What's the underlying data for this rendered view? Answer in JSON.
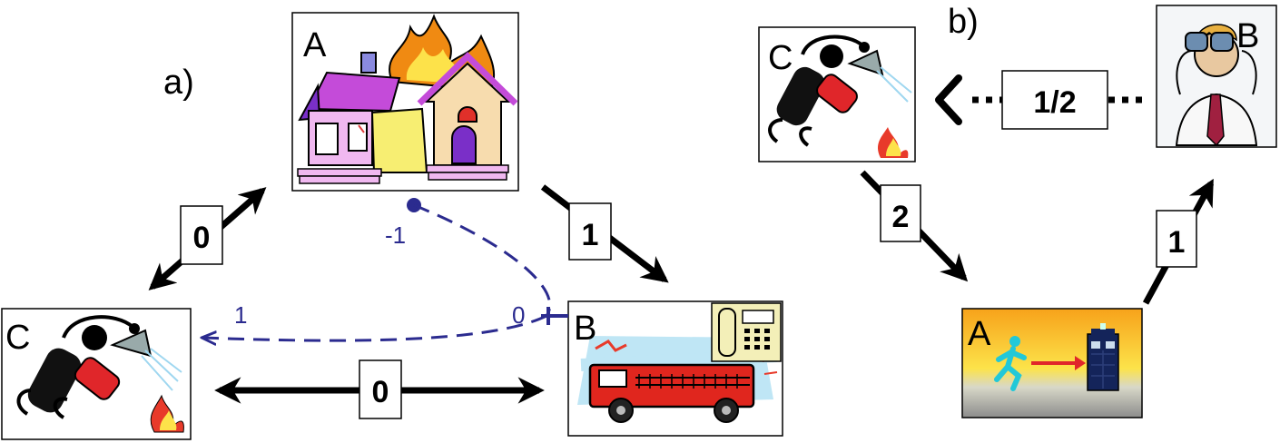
{
  "panel_a": {
    "label": "a)",
    "nodes": {
      "A": {
        "letter": "A",
        "picture": "burning-house"
      },
      "B": {
        "letter": "B",
        "picture": "fire-engine-and-telephone"
      },
      "C": {
        "letter": "C",
        "picture": "person-with-fire-extinguisher"
      }
    },
    "edges": [
      {
        "from": "C",
        "to": "A",
        "label": "0",
        "kind": "bidirectional"
      },
      {
        "from": "A",
        "to": "B",
        "label": "1",
        "kind": "directed"
      },
      {
        "from": "C",
        "to": "B",
        "label": "0",
        "kind": "bidirectional"
      }
    ],
    "dashed_link": {
      "start_value": "-1",
      "mid_value": "0",
      "end_value": "1",
      "color": "#2b2b8f"
    }
  },
  "panel_b": {
    "label": "b)",
    "nodes": {
      "C": {
        "letter": "C",
        "picture": "person-with-fire-extinguisher"
      },
      "B": {
        "letter": "B",
        "picture": "person-with-binoculars"
      },
      "A": {
        "letter": "A",
        "picture": "person-running-to-police-box"
      }
    },
    "edges": [
      {
        "from": "C",
        "to": "A",
        "label": "2",
        "kind": "directed"
      },
      {
        "from": "A",
        "to": "B",
        "label": "1",
        "kind": "directed"
      },
      {
        "from": "B",
        "to": "C",
        "label": "1/2",
        "kind": "dotted"
      }
    ]
  }
}
